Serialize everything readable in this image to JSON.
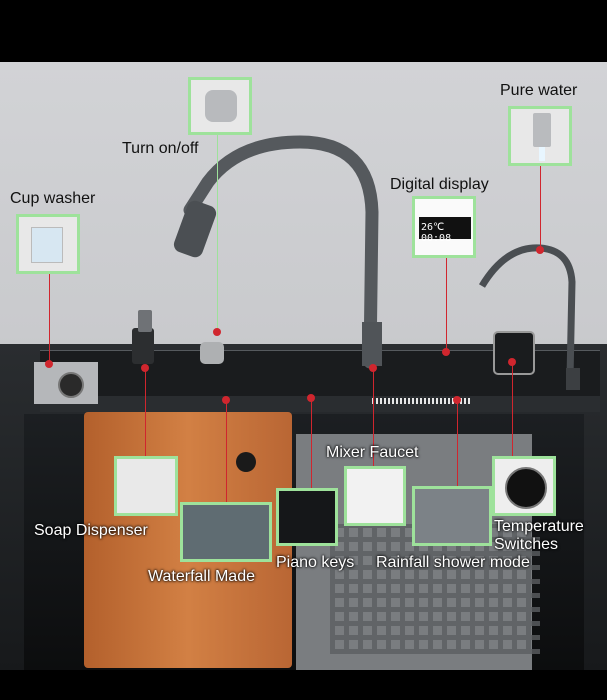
{
  "labels": {
    "turn_on_off": "Turn on/off",
    "pure_water": "Pure water",
    "cup_washer": "Cup washer",
    "digital_display": "Digital display",
    "mixer_faucet": "Mixer Faucet",
    "soap_dispenser": "Soap Dispenser",
    "temperature_switches": [
      "Temperature",
      "Switches"
    ],
    "waterfall_made": "Waterfall Made",
    "piano_keys": "Piano keys",
    "rainfall_shower_mode": "Rainfall shower mode"
  },
  "display": {
    "time": "26℃ 00:08"
  },
  "colors": {
    "callout_border": "#9ee29b",
    "callout_line": "#d0262e",
    "sink": "#1f2224",
    "board": "#c8733c"
  }
}
